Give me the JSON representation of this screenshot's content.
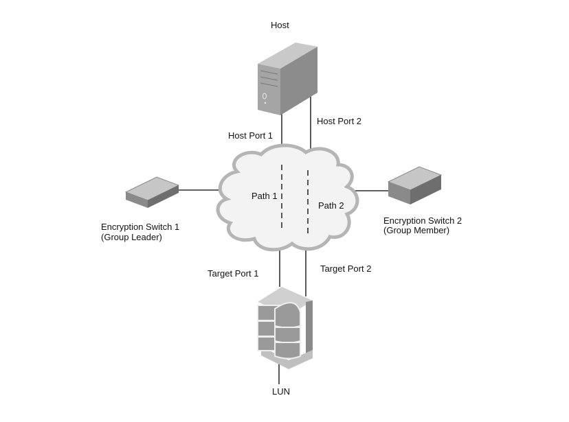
{
  "nodes": {
    "host": {
      "label": "Host"
    },
    "switch1": {
      "label": "Encryption Switch 1",
      "sublabel": "(Group Leader)"
    },
    "switch2": {
      "label": "Encryption Switch 2",
      "sublabel": "(Group Member)"
    },
    "lun": {
      "label": "LUN"
    },
    "fabric": {
      "icon": "cloud-icon"
    }
  },
  "links": {
    "host_port_1": "Host Port 1",
    "host_port_2": "Host Port 2",
    "target_port_1": "Target Port 1",
    "target_port_2": "Target Port 2",
    "path_1": "Path 1",
    "path_2": "Path 2"
  }
}
